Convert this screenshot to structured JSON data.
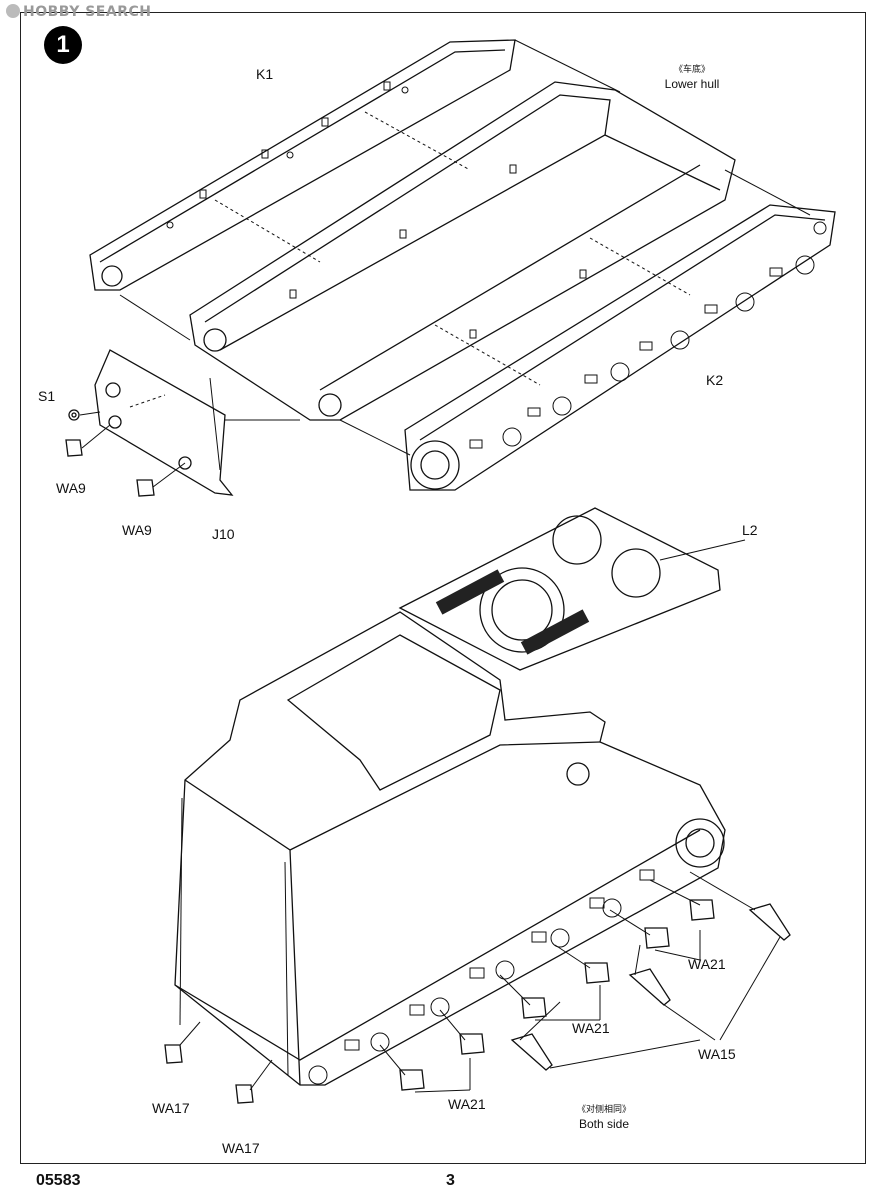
{
  "watermark": "HOBBY SEARCH",
  "step_number": "1",
  "labels": {
    "k1": "K1",
    "lower_hull_cn": "《车底》",
    "lower_hull": "Lower hull",
    "k2": "K2",
    "s1": "S1",
    "wa9_a": "WA9",
    "wa9_b": "WA9",
    "j10": "J10",
    "l2": "L2",
    "wa21_a": "WA21",
    "wa21_b": "WA21",
    "wa21_c": "WA21",
    "wa15": "WA15",
    "wa17_a": "WA17",
    "wa17_b": "WA17",
    "both_side_cn": "《对侧相同》",
    "both_side": "Both side"
  },
  "footer": {
    "code": "05583",
    "page": "3"
  }
}
